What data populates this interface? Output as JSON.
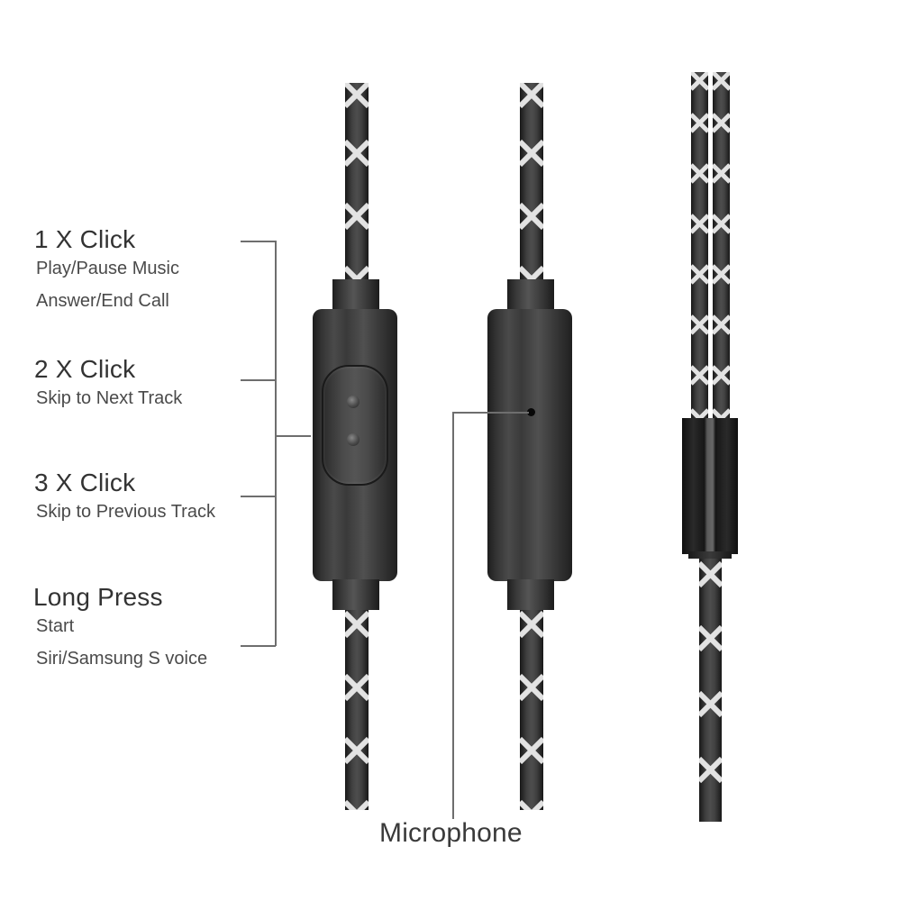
{
  "functions": [
    {
      "title": "1 X Click",
      "lines": [
        "Play/Pause Music",
        "Answer/End Call"
      ]
    },
    {
      "title": "2 X Click",
      "lines": [
        "Skip to Next Track"
      ]
    },
    {
      "title": "3 X Click",
      "lines": [
        "Skip to Previous Track"
      ]
    },
    {
      "title": "Long Press",
      "lines": [
        "Start",
        "Siri/Samsung S voice"
      ]
    }
  ],
  "callouts": {
    "microphone": "Microphone"
  },
  "icons": {
    "remote_buttons": "two-dot-button-icon",
    "mic": "microphone-hole-icon"
  },
  "colors": {
    "cable": "#353535",
    "braid": "#e8e8e8",
    "remote": "#3c3c3c",
    "leader_line": "#6e6e6e",
    "text": "#333333"
  }
}
